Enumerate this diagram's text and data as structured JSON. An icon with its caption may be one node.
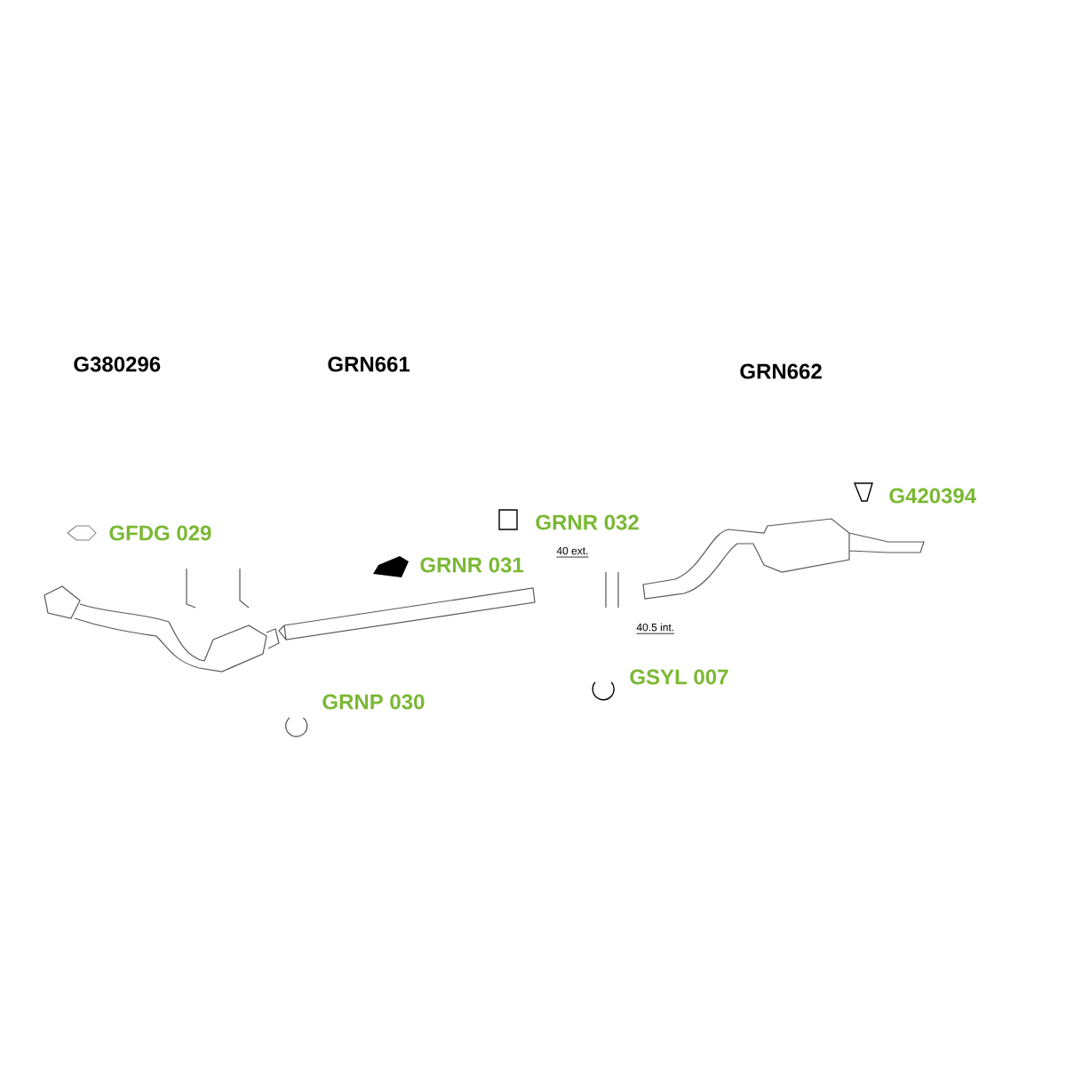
{
  "diagram": {
    "labels": [
      "G380296",
      "GRN661",
      "GRN662",
      "GFDG 029",
      "GRNR 032",
      "GRNR 031",
      "G420394",
      "GRNP 030",
      "GSYL 007",
      "40 ext.",
      "40.5 int."
    ]
  }
}
